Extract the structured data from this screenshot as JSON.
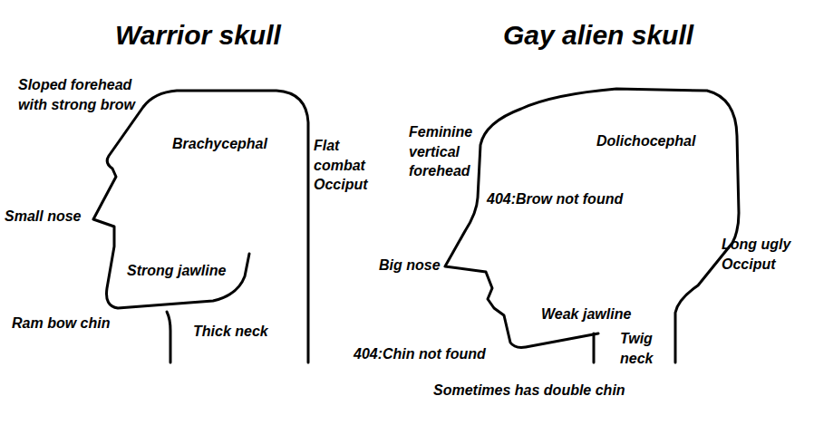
{
  "diagram": {
    "labels": [
      "Warrior skull",
      "Gay alien skull",
      "Sloped forehead with strong brow",
      "Brachycephal",
      "Flat combat Occiput",
      "Small nose",
      "Strong jawline",
      "Ram bow chin",
      "Thick neck",
      "Feminine vertical forehead",
      "Dolichocephal",
      "404:Brow not found",
      "Big nose",
      "Long ugly Occiput",
      "Weak jawline",
      "Twig neck",
      "404:Chin not found",
      "Sometimes has double chin"
    ]
  }
}
